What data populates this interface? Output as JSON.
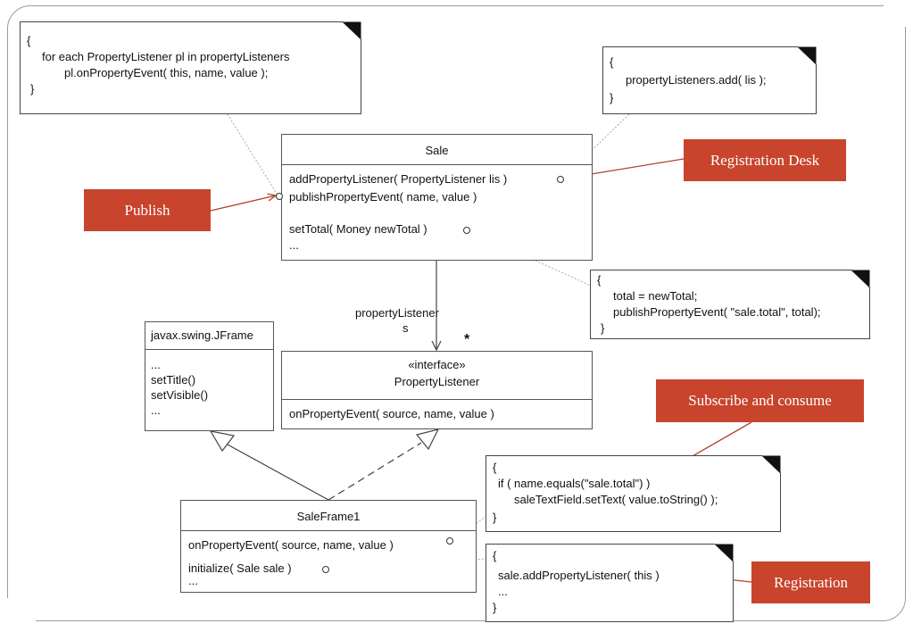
{
  "notes": {
    "publish_code": [
      "{",
      "for each PropertyListener pl in propertyListeners",
      "pl.onPropertyEvent( this, name, value );",
      "}"
    ],
    "add_code": [
      "{",
      "propertyListeners.add( lis );",
      "}"
    ],
    "settotal_code": [
      "{",
      "total = newTotal;",
      "publishPropertyEvent( \"sale.total\", total);",
      "}"
    ],
    "consume_code": [
      "{",
      "if ( name.equals(\"sale.total\") )",
      "saleTextField.setText( value.toString() );",
      "}"
    ],
    "register_code": [
      "{",
      "sale.addPropertyListener( this )",
      "...",
      "}"
    ]
  },
  "classes": {
    "sale": {
      "name": "Sale",
      "ops": [
        "addPropertyListener( PropertyListener lis )",
        "publishPropertyEvent( name, value )",
        "setTotal( Money newTotal )",
        "..."
      ]
    },
    "jframe": {
      "name": "javax.swing.JFrame",
      "ops": [
        "...",
        "setTitle()",
        "setVisible()",
        "..."
      ]
    },
    "listener": {
      "stereotype": "«interface»",
      "name": "PropertyListener",
      "ops": [
        "onPropertyEvent( source, name, value )"
      ]
    },
    "saleframe": {
      "name": "SaleFrame1",
      "ops": [
        "onPropertyEvent( source, name, value )",
        "initialize( Sale sale )",
        "..."
      ]
    }
  },
  "association": {
    "role_line1": "propertyListener",
    "role_line2": "s",
    "multiplicity": "*"
  },
  "callouts": {
    "publish": "Publish",
    "registration_desk": "Registration Desk",
    "subscribe": "Subscribe and consume",
    "registration": "Registration"
  },
  "colors": {
    "callout_fill": "#c8442d",
    "callout_text": "#ffffff",
    "arrow": "#b5402a"
  }
}
